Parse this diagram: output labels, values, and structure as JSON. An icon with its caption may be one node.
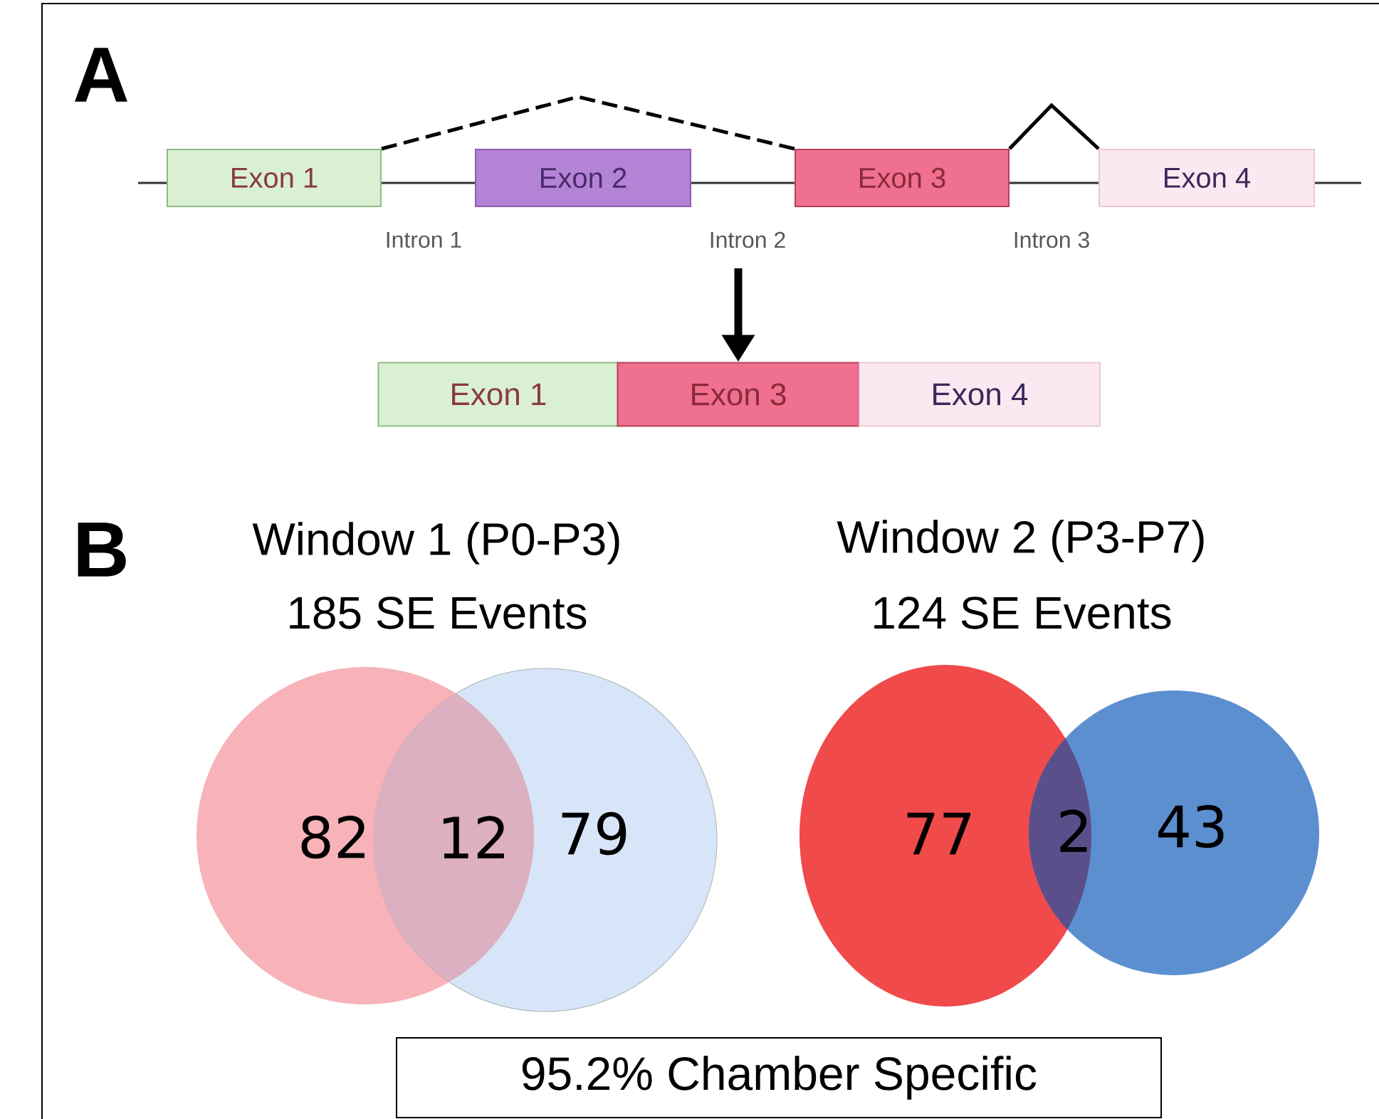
{
  "diagram": {
    "nodes": [
      {
        "text": [
          "Exon 1"
        ]
      },
      {
        "text": [
          "Exon 2"
        ]
      },
      {
        "text": [
          "Exon 3"
        ]
      },
      {
        "text": [
          "Exon 4"
        ]
      },
      {
        "text": [
          "Exon 1"
        ]
      },
      {
        "text": [
          "Exon 3"
        ]
      },
      {
        "text": [
          "Exon 4"
        ]
      },
      {
        "text": [
          "95.2% Chamber Specific"
        ]
      }
    ],
    "edges": [
      {
        "from": 0,
        "to": 2,
        "arrow": "none",
        "style": "dashed"
      },
      {
        "from": 2,
        "to": 3,
        "arrow": "none"
      },
      {
        "from": null,
        "to": 5,
        "arrow": "to",
        "style": "thick"
      }
    ],
    "labels": [
      "A",
      "Intron 1",
      "Intron 2",
      "Intron 3",
      "B",
      "Window 1 (P0-P3)",
      "185 SE Events",
      "Window 2 (P3-P7)",
      "124 SE Events",
      "82",
      "12",
      "79",
      "77",
      "2",
      "43"
    ]
  }
}
